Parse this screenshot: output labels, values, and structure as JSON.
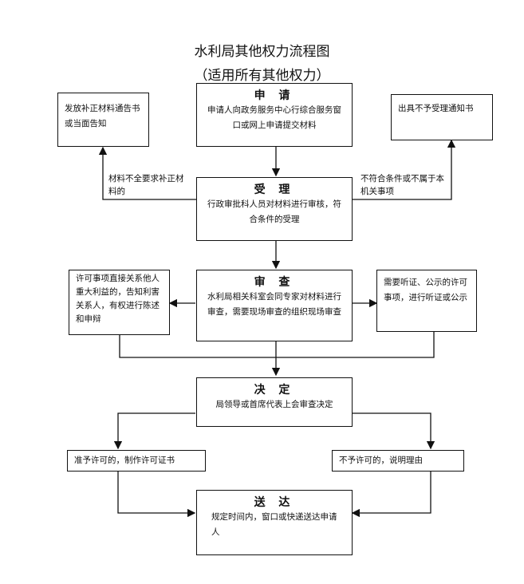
{
  "title": "水利局其他权力流程图",
  "subtitle": "（适用所有其他权力）",
  "steps": {
    "apply": {
      "head": "申 请",
      "body": "申请人向政务服务中心行综合服务窗口或网上申请提交材料"
    },
    "accept": {
      "head": "受 理",
      "body": "行政审批科人员对材料进行审核，符合条件的受理"
    },
    "review": {
      "head": "审 查",
      "body": "水利局相关科室会同专家对材料进行审查，需要现场审查的组织现场审查"
    },
    "decide": {
      "head": "决 定",
      "body": "局领导或首席代表上会审查决定"
    },
    "deliver": {
      "head": "送 达",
      "body": "规定时间内，窗口或快递送达申请人"
    }
  },
  "side_boxes": {
    "supplement": "发放补正材料通告书或当面告知",
    "reject_notice": "出具不予受理通知书",
    "stakeholder": "许可事项直接关系他人重大利益的，告知利害关系人，有权进行陈述和申辩",
    "hearing": "需要听证、公示的许可事项，进行听证或公示",
    "grant": "准予许可的，制作许可证书",
    "deny": "不予许可的，说明理由"
  },
  "labels": {
    "incomplete": "材料不全要求补正材料的",
    "not_eligible": "不符合条件或不属于本机关事项"
  }
}
